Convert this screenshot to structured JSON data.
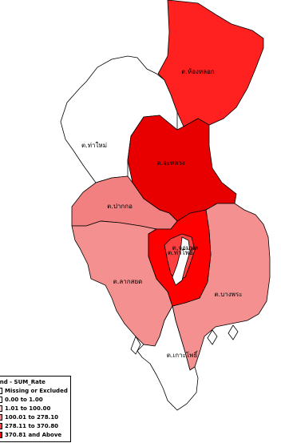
{
  "regions": [
    {
      "id": "tha-pho-ngam-1",
      "label": "ต.ท่าโพธิ์",
      "fill": "#ff0000"
    },
    {
      "id": "tha-pho-ngam-2",
      "label": "ต.จอมพล",
      "fill": "#ff4040"
    },
    {
      "id": "nong-yai",
      "label": "ต.จะหลวง",
      "fill": "#e80000"
    },
    {
      "id": "pak-kroh",
      "label": "ต.ปากกอ",
      "fill": "#f28080"
    },
    {
      "id": "lak-sam",
      "label": "ต.ลากสยด",
      "fill": "#f49090"
    },
    {
      "id": "bang-phra",
      "label": "ต.บางพระ",
      "fill": "#f49090"
    },
    {
      "id": "ko-phra",
      "label": "ต.เกาะโพธิ์",
      "fill": "#ffffff"
    },
    {
      "id": "nong-kok",
      "label": "ต.ห้องหลอก",
      "fill": "#ff2020"
    },
    {
      "id": "tha-mai",
      "label": "ต.ท่าใหม่",
      "fill": "#ffffff"
    }
  ],
  "legend": {
    "title": "end - SUM_Rate",
    "items": [
      {
        "label": "Missing or Excluded",
        "color": "#ffffff"
      },
      {
        "label": "0.00 to 1.00",
        "color": "#ffffff"
      },
      {
        "label": "1.01 to 100.00",
        "color": "#f9c8c8"
      },
      {
        "label": "100.01 to 278.10",
        "color": "#f28080"
      },
      {
        "label": "278.11 to 370.80",
        "color": "#ff4040"
      },
      {
        "label": "370.81 and Above",
        "color": "#ff0000"
      }
    ]
  }
}
